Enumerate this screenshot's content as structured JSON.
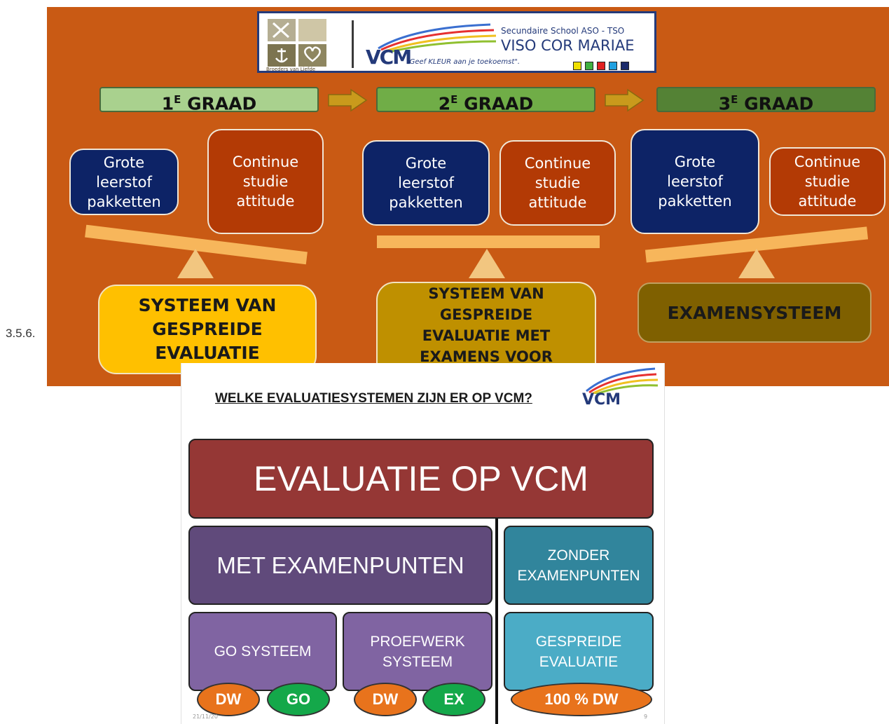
{
  "section_number": "3.5.6.",
  "top_slide": {
    "logo": {
      "brothers_caption": "Broeders van Liefde",
      "vcm_mark": "VCM",
      "school_line1": "Secundaire School ASO - TSO",
      "school_line2": "VISO COR MARIAE",
      "slogan": "\"Geef KLEUR aan je toekoemst\"."
    },
    "grades": [
      {
        "label": "1E GRAAD",
        "main": "1",
        "sup": "E",
        "rest": " GRAAD",
        "color": "#a9d18e"
      },
      {
        "label": "2E GRAAD",
        "main": "2",
        "sup": "E",
        "rest": " GRAAD",
        "color": "#70ad47"
      },
      {
        "label": "3E GRAAD",
        "main": "3",
        "sup": "E",
        "rest": " GRAAD",
        "color": "#548235"
      }
    ],
    "balance_left_text": "Grote leerstof pakketten",
    "balance_right_text": "Continue studie attitude",
    "columns": [
      {
        "left_box": [
          "Grote",
          "leerstof",
          "pakketten"
        ],
        "right_box": [
          "Continue",
          "studie",
          "attitude"
        ],
        "system": [
          "SYSTEEM VAN",
          "GESPREIDE",
          "EVALUATIE"
        ],
        "system_color": "#ffc000"
      },
      {
        "left_box": [
          "Grote",
          "leerstof",
          "pakketten"
        ],
        "right_box": [
          "Continue",
          "studie",
          "attitude"
        ],
        "system": [
          "SYSTEEM VAN",
          "GESPREIDE",
          "EVALUATIE MET",
          "EXAMENS VOOR"
        ],
        "system_color": "#bf9000"
      },
      {
        "left_box": [
          "Grote",
          "leerstof",
          "pakketten"
        ],
        "right_box": [
          "Continue",
          "studie",
          "attitude"
        ],
        "system": [
          "EXAMENSYSTEEM"
        ],
        "system_color": "#7f6000"
      }
    ]
  },
  "bottom_slide": {
    "title": "WELKE EVALUATIESYSTEMEN ZIJN ER OP VCM?",
    "vcm_mark": "VCM",
    "header": "EVALUATIE OP VCM",
    "with_exams": "MET EXAMENPUNTEN",
    "without_exams": [
      "ZONDER",
      "EXAMENPUNTEN"
    ],
    "go_system": "GO SYSTEEM",
    "proefwerk": [
      "PROEFWERK",
      "SYSTEEM"
    ],
    "gespreide": [
      "GESPREIDE",
      "EVALUATIE"
    ],
    "pills": {
      "dw1": "DW",
      "go": "GO",
      "dw2": "DW",
      "ex": "EX",
      "dw100": "100 % DW"
    },
    "footer_date": "21/11/20",
    "page_number": "9",
    "colors": {
      "header": "#953735",
      "with_exams": "#604a7b",
      "sub_purple": "#8064a2",
      "teal": "#31859c",
      "teal_light": "#4bacc6"
    }
  }
}
